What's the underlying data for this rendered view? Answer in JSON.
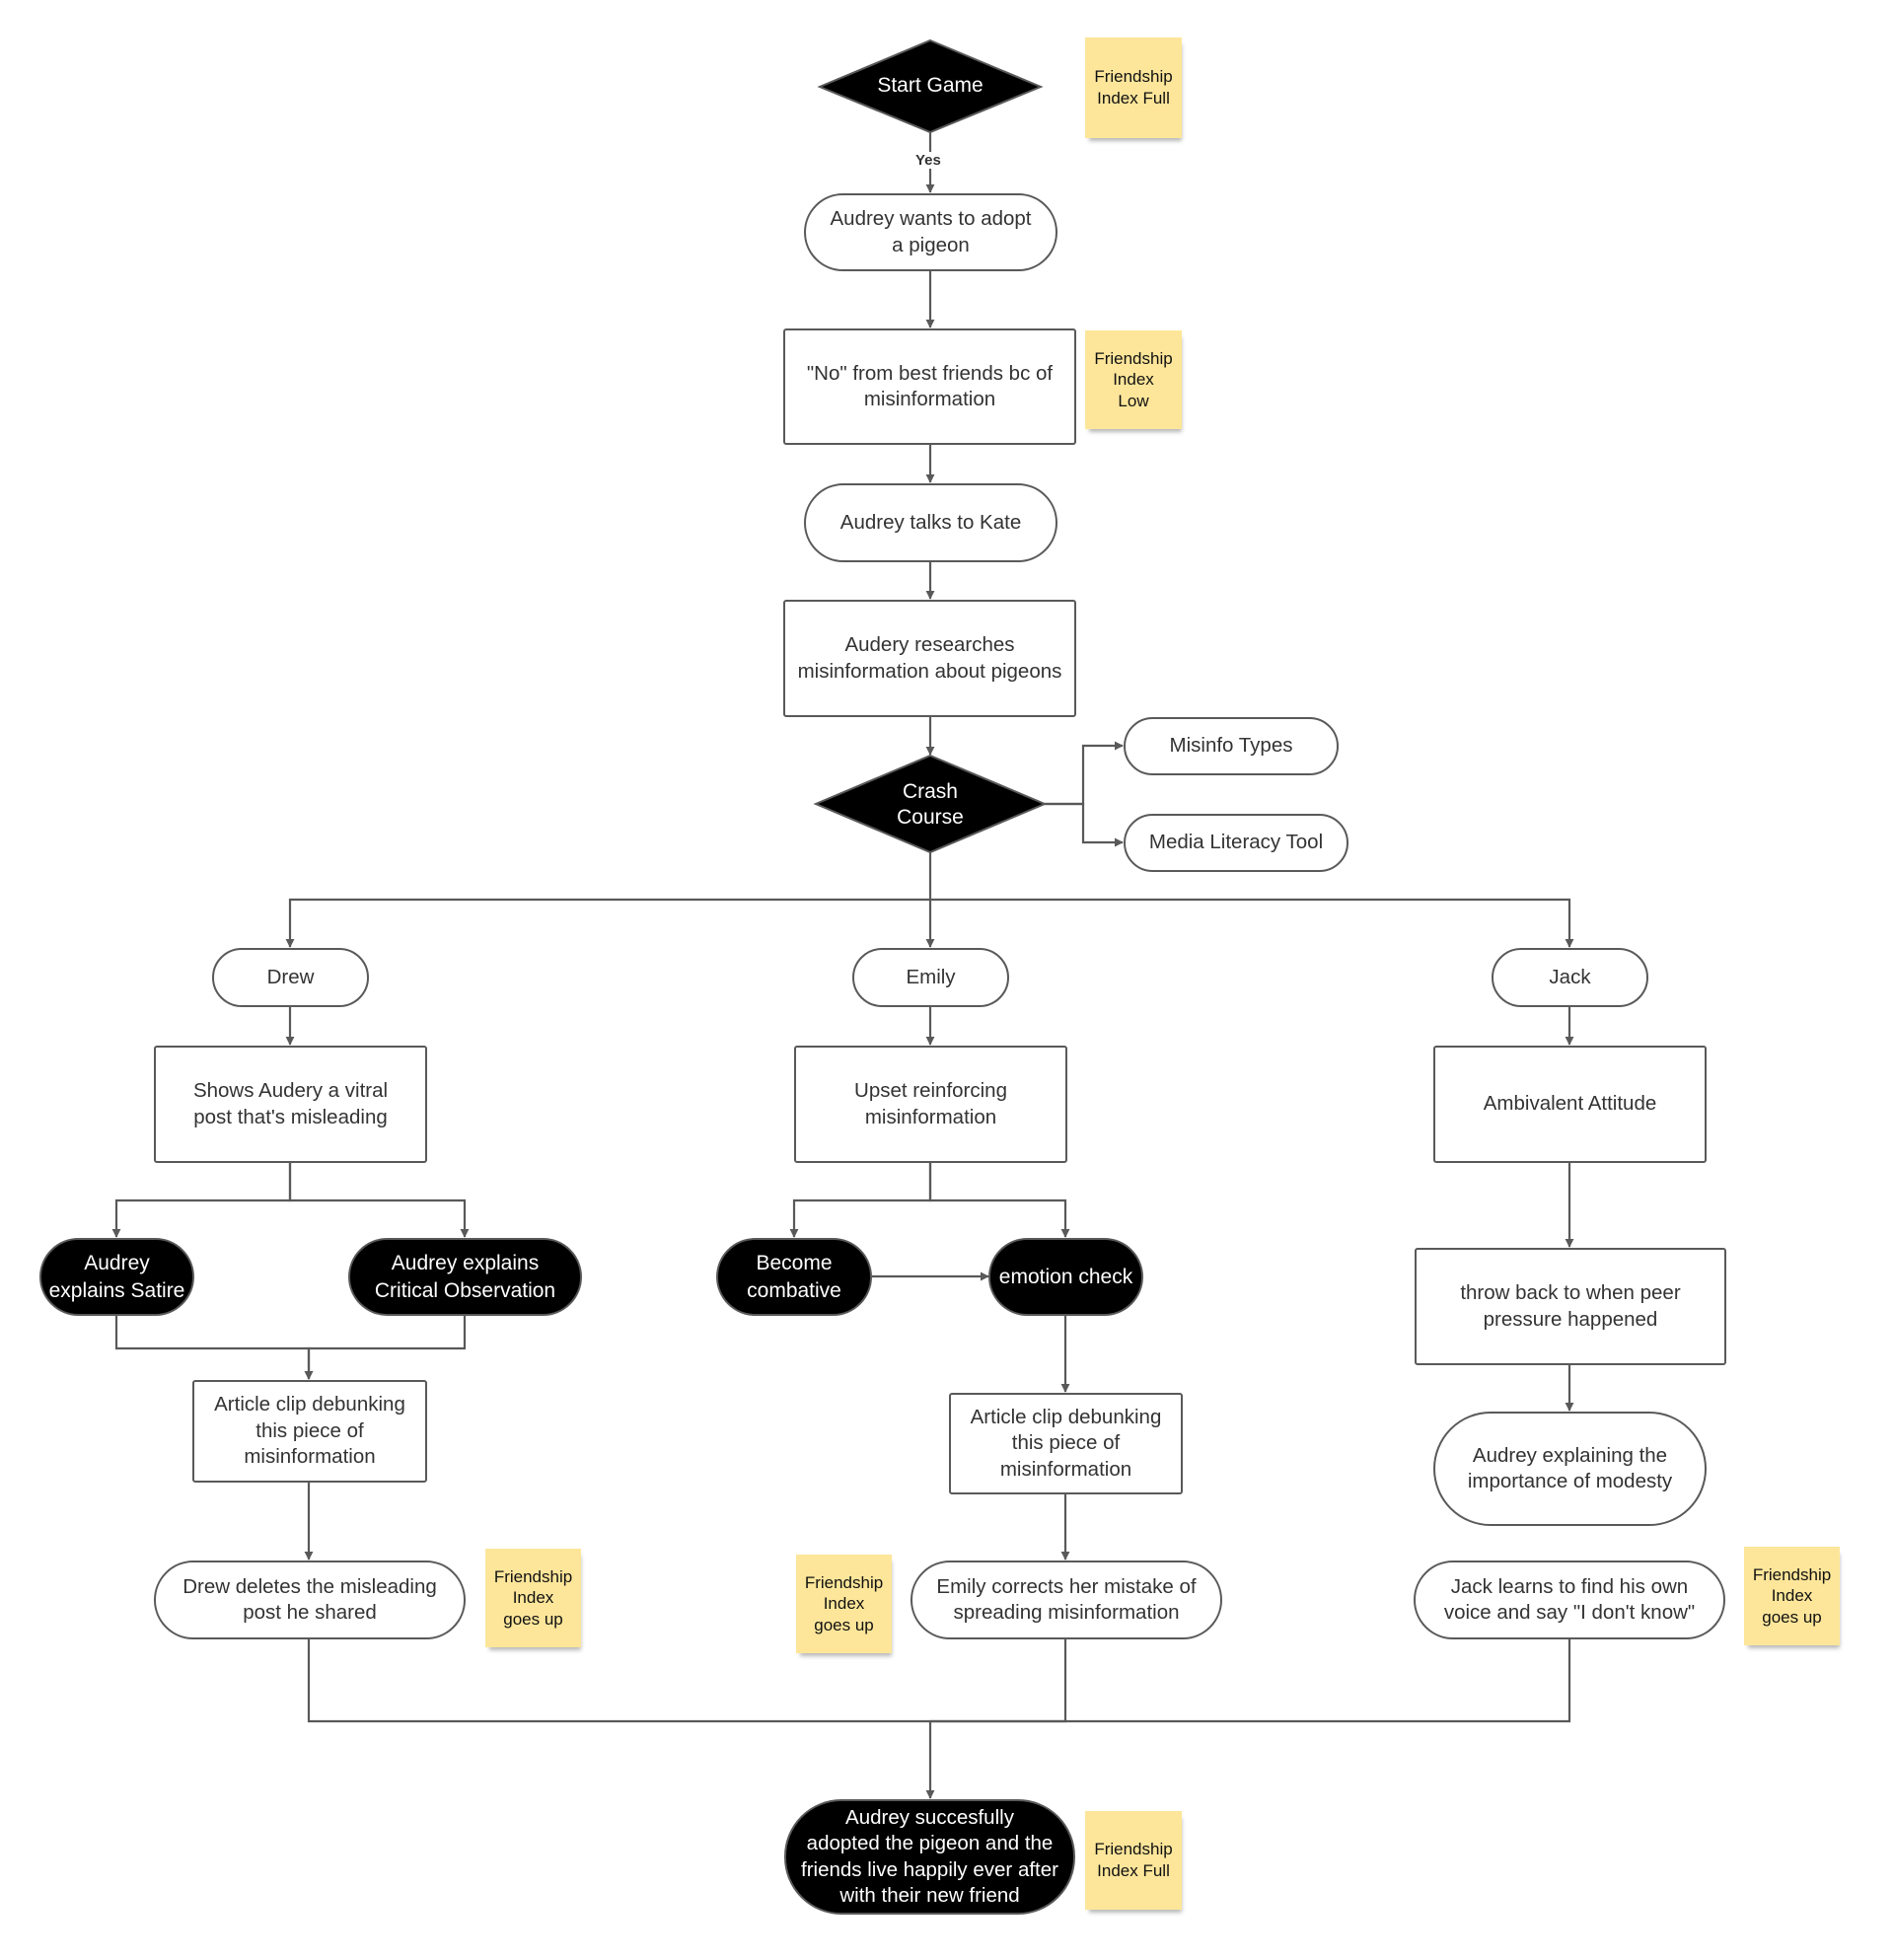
{
  "nodes": {
    "start": "Start Game",
    "adopt": "Audrey wants to adopt\na pigeon",
    "no_friends": "\"No\" from best friends bc of\nmisinformation",
    "talks_kate": "Audrey talks to Kate",
    "researches": "Audery researches\nmisinformation about pigeons",
    "crash": "Crash\nCourse",
    "misinfo_types": "Misinfo Types",
    "media_tool": "Media Literacy Tool",
    "drew": "Drew",
    "emily": "Emily",
    "jack": "Jack",
    "drew_post": "Shows Audery a vitral\npost that's misleading",
    "emily_upset": "Upset reinforcing\nmisinformation",
    "jack_attitude": "Ambivalent Attitude",
    "satire": "Audrey\nexplains Satire",
    "critical": "Audrey explains\nCritical Observation",
    "combative": "Become\ncombative",
    "emotion": "emotion check",
    "throwback": "throw back to when peer\npressure happened",
    "article_drew": "Article clip debunking\nthis piece of\nmisinformation",
    "article_emily": "Article clip debunking\nthis piece of\nmisinformation",
    "modesty": "Audrey explaining the\nimportance of modesty",
    "drew_deletes": "Drew deletes the misleading\npost he shared",
    "emily_corrects": "Emily corrects her mistake of\nspreading misinformation",
    "jack_learns": "Jack learns to find his own\nvoice and say \"I don't know\"",
    "final": "Audrey succesfully\nadopted the pigeon and the\nfriends live happily ever after\nwith their new friend"
  },
  "edge_labels": {
    "start_yes": "Yes"
  },
  "stickies": {
    "full_top": "Friendship\nIndex Full",
    "low": "Friendship\nIndex\nLow",
    "drew_up": "Friendship\nIndex\ngoes up",
    "emily_up": "Friendship\nIndex\ngoes up",
    "jack_up": "Friendship\nIndex\ngoes up",
    "full_bottom": "Friendship\nIndex Full"
  },
  "colors": {
    "line": "#595959",
    "sticky": "#fde69a",
    "dark_node": "#000000"
  }
}
